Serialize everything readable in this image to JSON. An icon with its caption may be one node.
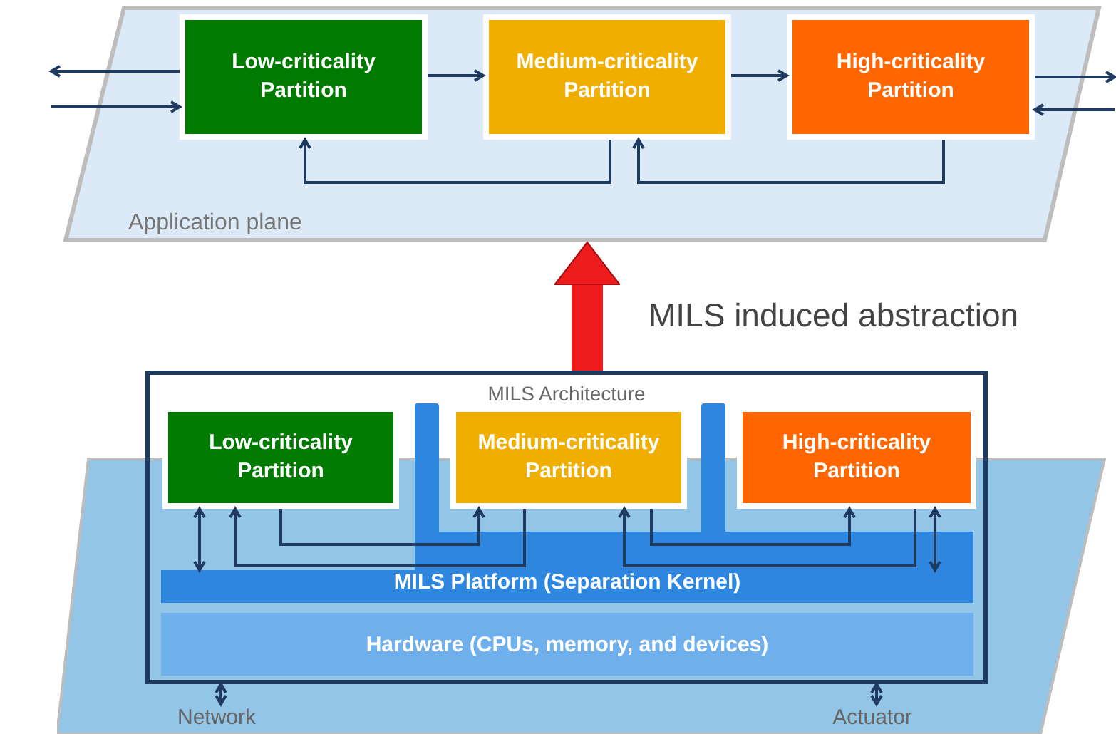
{
  "diagram": {
    "nodes": [
      {
        "text": [
          "Application plane"
        ]
      },
      {
        "text": [
          "Low-criticality Partition"
        ],
        "in": 0
      },
      {
        "text": [
          "Medium-criticality Partition"
        ],
        "in": 0
      },
      {
        "text": [
          "High-criticality Partition"
        ],
        "in": 0
      },
      {
        "text": [
          "MILS Architecture"
        ]
      },
      {
        "text": [
          "Low-criticality Partition"
        ],
        "in": 4
      },
      {
        "text": [
          "Medium-criticality Partition"
        ],
        "in": 4
      },
      {
        "text": [
          "High-criticality Partition"
        ],
        "in": 4
      },
      {
        "text": [
          "MILS Platform (Separation Kernel)"
        ],
        "in": 4
      },
      {
        "text": [
          "Hardware (CPUs, memory, and devices)"
        ],
        "in": 4
      },
      {
        "text": [
          "Network"
        ]
      },
      {
        "text": [
          "Actuator"
        ]
      }
    ],
    "edges": [
      {
        "from": null,
        "to": 1,
        "arrow": "to"
      },
      {
        "from": 1,
        "to": null,
        "arrow": "to"
      },
      {
        "from": 1,
        "to": 2,
        "arrow": "to"
      },
      {
        "from": 2,
        "to": 3,
        "arrow": "to"
      },
      {
        "from": 3,
        "to": null,
        "arrow": "to"
      },
      {
        "from": null,
        "to": 3,
        "arrow": "to"
      },
      {
        "from": 2,
        "to": 1,
        "arrow": "to"
      },
      {
        "from": 3,
        "to": 2,
        "arrow": "to"
      },
      {
        "from": 4,
        "to": 0,
        "arrow": "to",
        "label": "MILS induced abstraction",
        "style": "thick",
        "color": "#ee1c1c"
      },
      {
        "from": 5,
        "to": 8,
        "arrow": "both"
      },
      {
        "from": 7,
        "to": 8,
        "arrow": "both"
      },
      {
        "from": 5,
        "to": 6,
        "arrow": "to"
      },
      {
        "from": 6,
        "to": 5,
        "arrow": "to"
      },
      {
        "from": 6,
        "to": 7,
        "arrow": "to"
      },
      {
        "from": 7,
        "to": 6,
        "arrow": "to"
      },
      {
        "from": 4,
        "to": 10,
        "arrow": "both"
      },
      {
        "from": 4,
        "to": 11,
        "arrow": "both"
      }
    ]
  }
}
